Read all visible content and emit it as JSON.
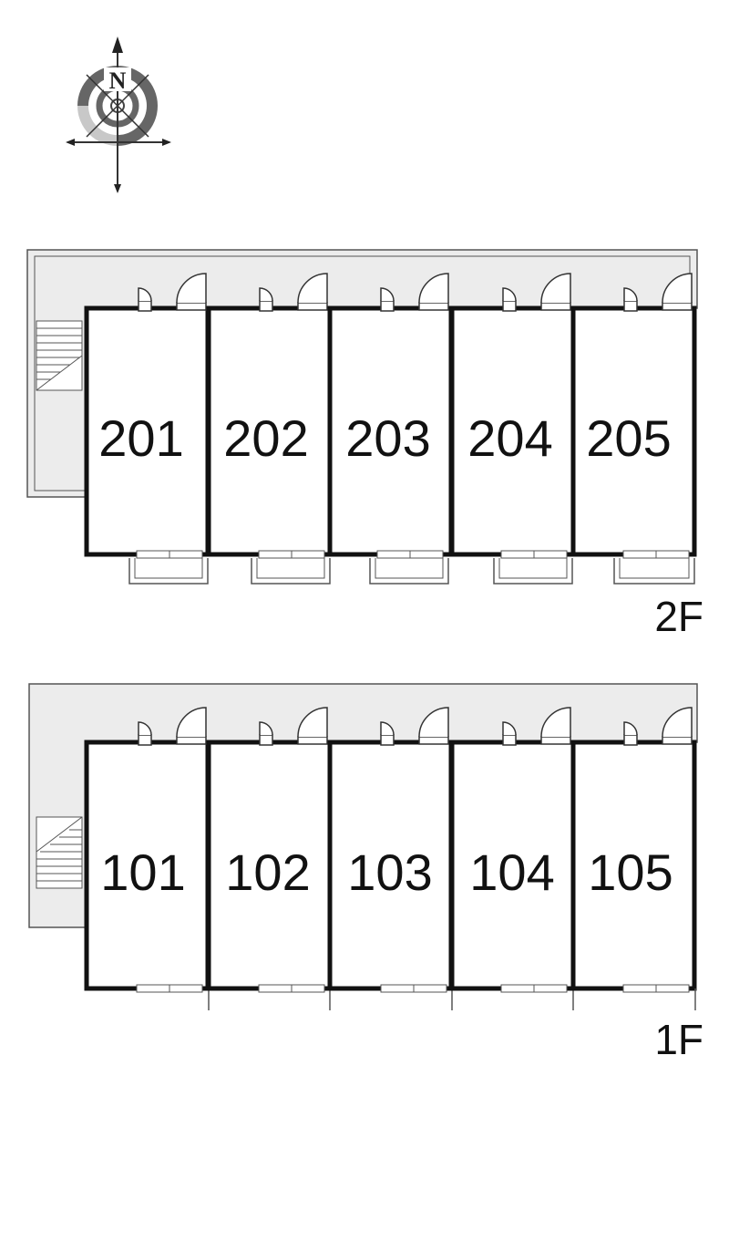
{
  "compass": {
    "north_label": "N",
    "icon": "compass-icon"
  },
  "floors": [
    {
      "id": "2F",
      "label": "2F",
      "units": [
        "201",
        "202",
        "203",
        "204",
        "205"
      ]
    },
    {
      "id": "1F",
      "label": "1F",
      "units": [
        "101",
        "102",
        "103",
        "104",
        "105"
      ]
    }
  ],
  "colors": {
    "walkway": "#ececec",
    "wall": "#111111",
    "line": "#555555",
    "compass_dark": "#666666",
    "compass_light": "#c8c8c8"
  }
}
